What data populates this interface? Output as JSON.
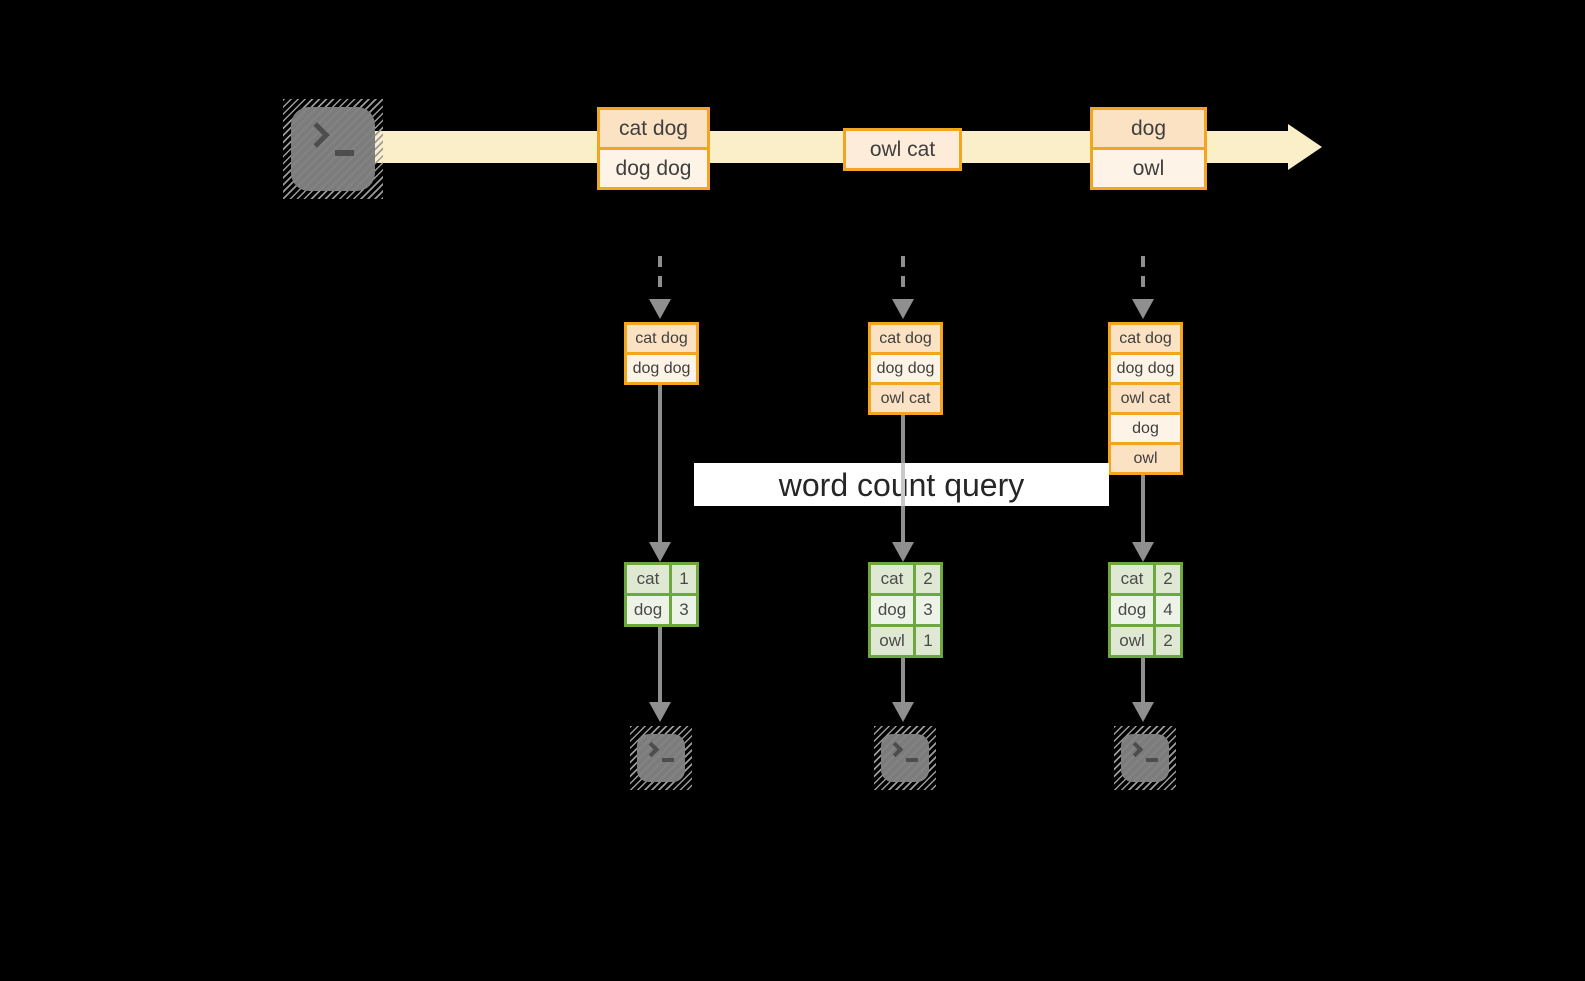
{
  "banner": {
    "label": "word count query"
  },
  "stream": {
    "messages": [
      {
        "lines": [
          "cat dog",
          "dog dog"
        ]
      },
      {
        "lines": [
          "owl cat"
        ]
      },
      {
        "lines": [
          "dog",
          "owl"
        ]
      }
    ]
  },
  "columns": [
    {
      "state": [
        "cat dog",
        "dog dog"
      ],
      "counts": [
        {
          "word": "cat",
          "count": "1"
        },
        {
          "word": "dog",
          "count": "3"
        }
      ]
    },
    {
      "state": [
        "cat dog",
        "dog dog",
        "owl cat"
      ],
      "counts": [
        {
          "word": "cat",
          "count": "2"
        },
        {
          "word": "dog",
          "count": "3"
        },
        {
          "word": "owl",
          "count": "1"
        }
      ]
    },
    {
      "state": [
        "cat dog",
        "dog dog",
        "owl cat",
        "dog",
        "owl"
      ],
      "counts": [
        {
          "word": "cat",
          "count": "2"
        },
        {
          "word": "dog",
          "count": "4"
        },
        {
          "word": "owl",
          "count": "2"
        }
      ]
    }
  ],
  "colors": {
    "background": "#000000",
    "stream_band": "#faefc9",
    "box_border_orange": "#f2a51e",
    "box_fill_peach": "#fbe2c3",
    "box_fill_cream": "#fdf4e7",
    "box_fill_light_peach": "#fcecd9",
    "table_border_green": "#6da83e",
    "table_cell_sage": "#dfe8d2",
    "table_cell_light": "#eef3e8",
    "arrow_gray": "#8f8f8f",
    "banner_bg": "#ffffff",
    "terminal_gray": "#7c7c7c",
    "text_dark": "#3f3f3f"
  }
}
